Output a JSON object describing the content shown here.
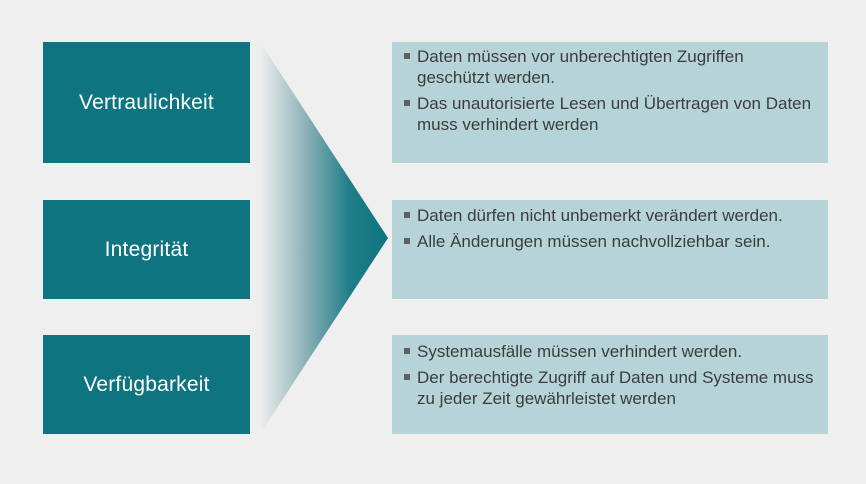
{
  "pillars": [
    {
      "label": "Vertraulichkeit",
      "points": [
        "Daten müssen vor unberechtigten Zugriffen geschützt werden.",
        "Das unautorisierte Lesen und Übertragen von Daten muss verhindert werden"
      ]
    },
    {
      "label": "Integrität",
      "points": [
        "Daten dürfen nicht unbemerkt verändert werden.",
        "Alle Änderungen müssen nachvollziehbar sein."
      ]
    },
    {
      "label": "Verfügbarkeit",
      "points": [
        "Systemausfälle müssen verhindert werden.",
        "Der berechtigte Zugriff auf Daten und Systeme muss zu jeder Zeit gewährleistet werden"
      ]
    }
  ],
  "colors": {
    "pillar_fill": "#0e7580",
    "card_fill": "#b6d4d8",
    "background": "#efefef"
  }
}
